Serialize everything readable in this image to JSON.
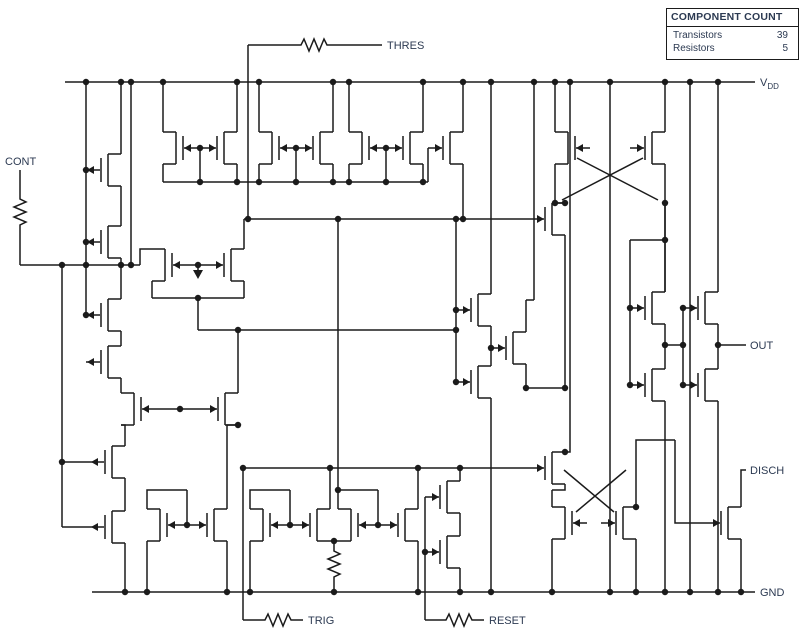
{
  "meta": {
    "description": "CMOS timer IC internal equivalent schematic"
  },
  "labels": {
    "thres": "THRES",
    "vdd": "V",
    "vdd_sub": "DD",
    "cont": "CONT",
    "out": "OUT",
    "disch": "DISCH",
    "gnd": "GND",
    "trig": "TRIG",
    "reset": "RESET"
  },
  "component_count": {
    "title": "COMPONENT COUNT",
    "rows": [
      {
        "label": "Transistors",
        "value": "39"
      },
      {
        "label": "Resistors",
        "value": "5"
      }
    ]
  },
  "colors": {
    "line": "#1b1b1b",
    "text": "#2c3a52",
    "background": "#ffffff"
  }
}
